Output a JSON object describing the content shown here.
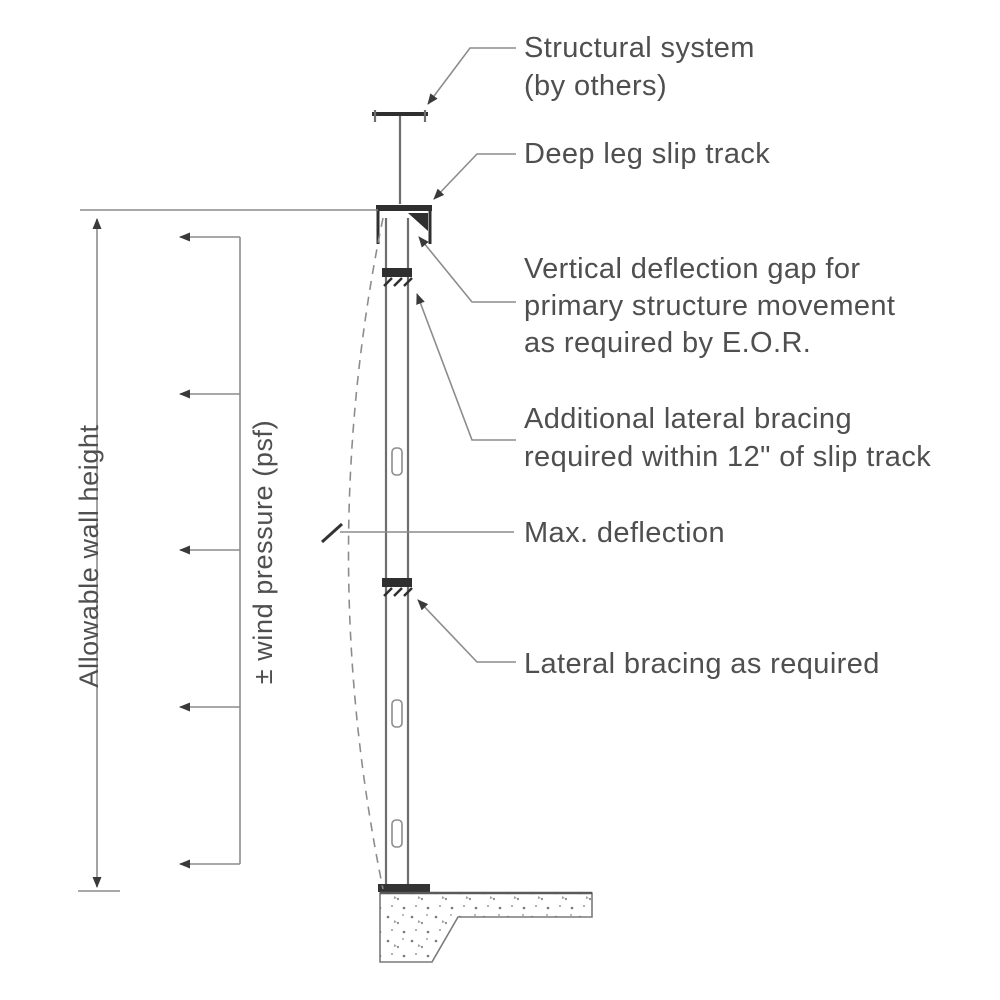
{
  "labels": {
    "structural_system": [
      "Structural system",
      "(by others)"
    ],
    "deep_leg_slip_track": "Deep leg slip track",
    "vertical_deflection_gap": [
      "Vertical deflection gap for",
      "primary structure movement",
      "as required by E.O.R."
    ],
    "additional_lateral_bracing": [
      "Additional lateral bracing",
      "required within 12\" of slip track"
    ],
    "max_deflection": "Max. deflection",
    "lateral_bracing": "Lateral bracing as required",
    "allowable_wall_height": "Allowable wall height",
    "wind_pressure": "± wind pressure (psf)"
  },
  "colors": {
    "line_gray": "#8c8c8c",
    "dark": "#2f2f2f",
    "text": "#4f4f4f"
  }
}
